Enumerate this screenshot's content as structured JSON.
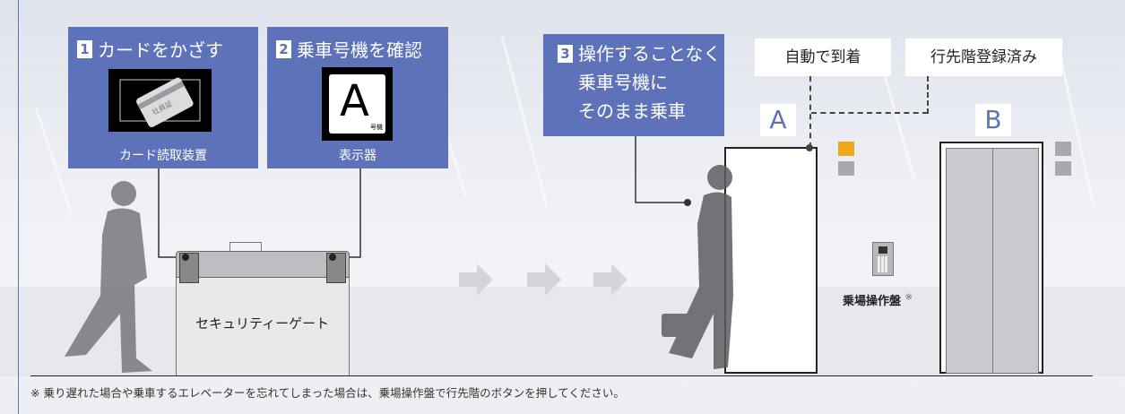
{
  "steps": [
    {
      "num": "1",
      "title": "カードをかざす",
      "caption": "カード読取装置",
      "card_text": "社員証"
    },
    {
      "num": "2",
      "title": "乗車号機を確認",
      "caption": "表示器",
      "display_letter": "A",
      "display_sub": "号機"
    },
    {
      "num": "3",
      "title_lines": [
        "操作することなく",
        "乗車号機に",
        "そのまま乗車"
      ]
    }
  ],
  "callouts": {
    "auto_arrival": "自動で到着",
    "destination_registered": "行先階登録済み"
  },
  "elevators": {
    "a_label": "A",
    "b_label": "B"
  },
  "gate_label": "セキュリティーゲート",
  "panel": {
    "label": "乗場操作盤",
    "mark": "※"
  },
  "footnote": "※ 乗り遅れた場合や乗車するエレベーターを忘れてしまった場合は、乗場操作盤で行先階のボタンを押してください。",
  "colors": {
    "accent": "#5e72ba",
    "lamp_on": "#f2a81d",
    "lamp_off": "#a9a9ad",
    "arrow": "#d4d5da"
  }
}
